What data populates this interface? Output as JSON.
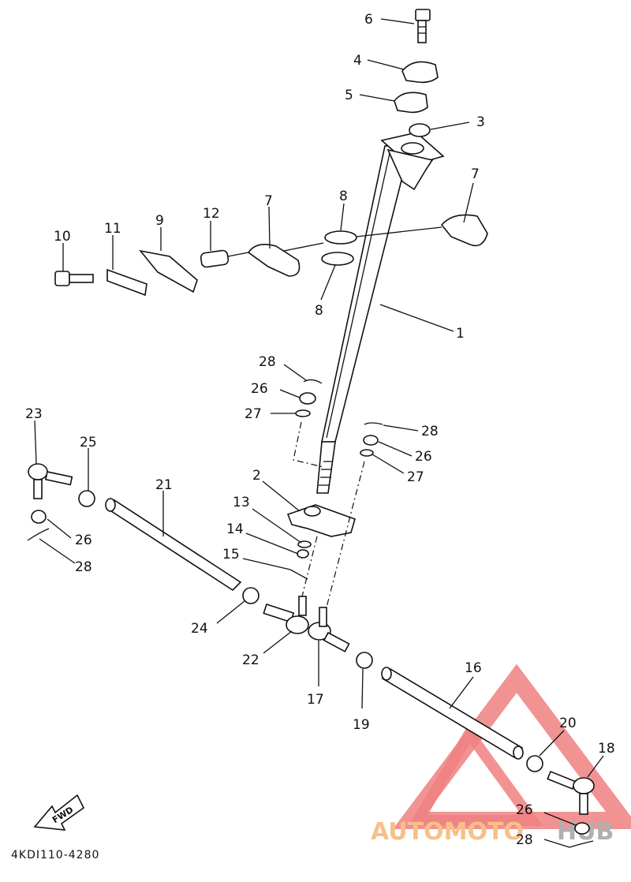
{
  "diagram": {
    "code": "4KDI110-4280",
    "fwd_label": "FWD",
    "watermark": {
      "text_a": "AUTOMOTO",
      "text_b": "HUB",
      "color_a": "#f7c08a",
      "color_b": "#b0b0b0",
      "triangle_color": "#f08080"
    },
    "callouts": [
      {
        "id": "c6",
        "label": "6"
      },
      {
        "id": "c4",
        "label": "4"
      },
      {
        "id": "c5",
        "label": "5"
      },
      {
        "id": "c3",
        "label": "3"
      },
      {
        "id": "c7a",
        "label": "7"
      },
      {
        "id": "c7b",
        "label": "7"
      },
      {
        "id": "c8a",
        "label": "8"
      },
      {
        "id": "c8b",
        "label": "8"
      },
      {
        "id": "c10",
        "label": "10"
      },
      {
        "id": "c11",
        "label": "11"
      },
      {
        "id": "c9",
        "label": "9"
      },
      {
        "id": "c12",
        "label": "12"
      },
      {
        "id": "c1",
        "label": "1"
      },
      {
        "id": "c28a",
        "label": "28"
      },
      {
        "id": "c26a",
        "label": "26"
      },
      {
        "id": "c27a",
        "label": "27"
      },
      {
        "id": "c28b",
        "label": "28"
      },
      {
        "id": "c26b",
        "label": "26"
      },
      {
        "id": "c27b",
        "label": "27"
      },
      {
        "id": "c23",
        "label": "23"
      },
      {
        "id": "c25",
        "label": "25"
      },
      {
        "id": "c21",
        "label": "21"
      },
      {
        "id": "c2",
        "label": "2"
      },
      {
        "id": "c13",
        "label": "13"
      },
      {
        "id": "c14",
        "label": "14"
      },
      {
        "id": "c15",
        "label": "15"
      },
      {
        "id": "c26c",
        "label": "26"
      },
      {
        "id": "c28c",
        "label": "28"
      },
      {
        "id": "c24",
        "label": "24"
      },
      {
        "id": "c22",
        "label": "22"
      },
      {
        "id": "c17",
        "label": "17"
      },
      {
        "id": "c19",
        "label": "19"
      },
      {
        "id": "c16",
        "label": "16"
      },
      {
        "id": "c20",
        "label": "20"
      },
      {
        "id": "c18",
        "label": "18"
      },
      {
        "id": "c26d",
        "label": "26"
      },
      {
        "id": "c28d",
        "label": "28"
      }
    ]
  }
}
